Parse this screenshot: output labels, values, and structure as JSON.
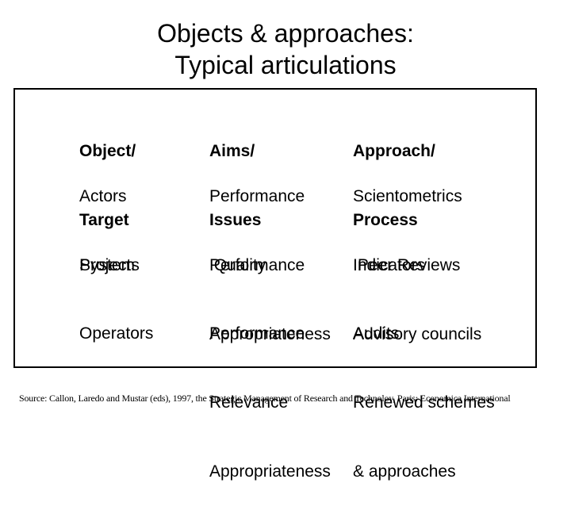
{
  "title": {
    "line1": "Objects & approaches:",
    "line2": "Typical articulations"
  },
  "table": {
    "header": {
      "object": [
        "Object/",
        "Target"
      ],
      "aims": [
        "Aims/",
        "Issues"
      ],
      "approach": [
        "Approach/",
        "Process"
      ]
    },
    "rows": [
      {
        "object": [
          "Actors",
          "Projects"
        ],
        "aims": [
          "Performance",
          " Quality"
        ],
        "approach": [
          "Scientometrics",
          " Peer Reviews"
        ]
      },
      {
        "object": [
          "System"
        ],
        "aims": [
          "Performance",
          "Appropriateness"
        ],
        "approach": [
          "Indicators",
          "Advisory councils"
        ]
      },
      {
        "object": [
          "Operators"
        ],
        "aims": [
          "Performance",
          "Relevance",
          "Appropriateness"
        ],
        "approach": [
          "Audits",
          "Renewed schemes",
          "& approaches"
        ]
      }
    ]
  },
  "source": "Source: Callon, Laredo and Mustar (eds), 1997, the Strategic Management of Research and Technoloy, Paris: Economica International"
}
